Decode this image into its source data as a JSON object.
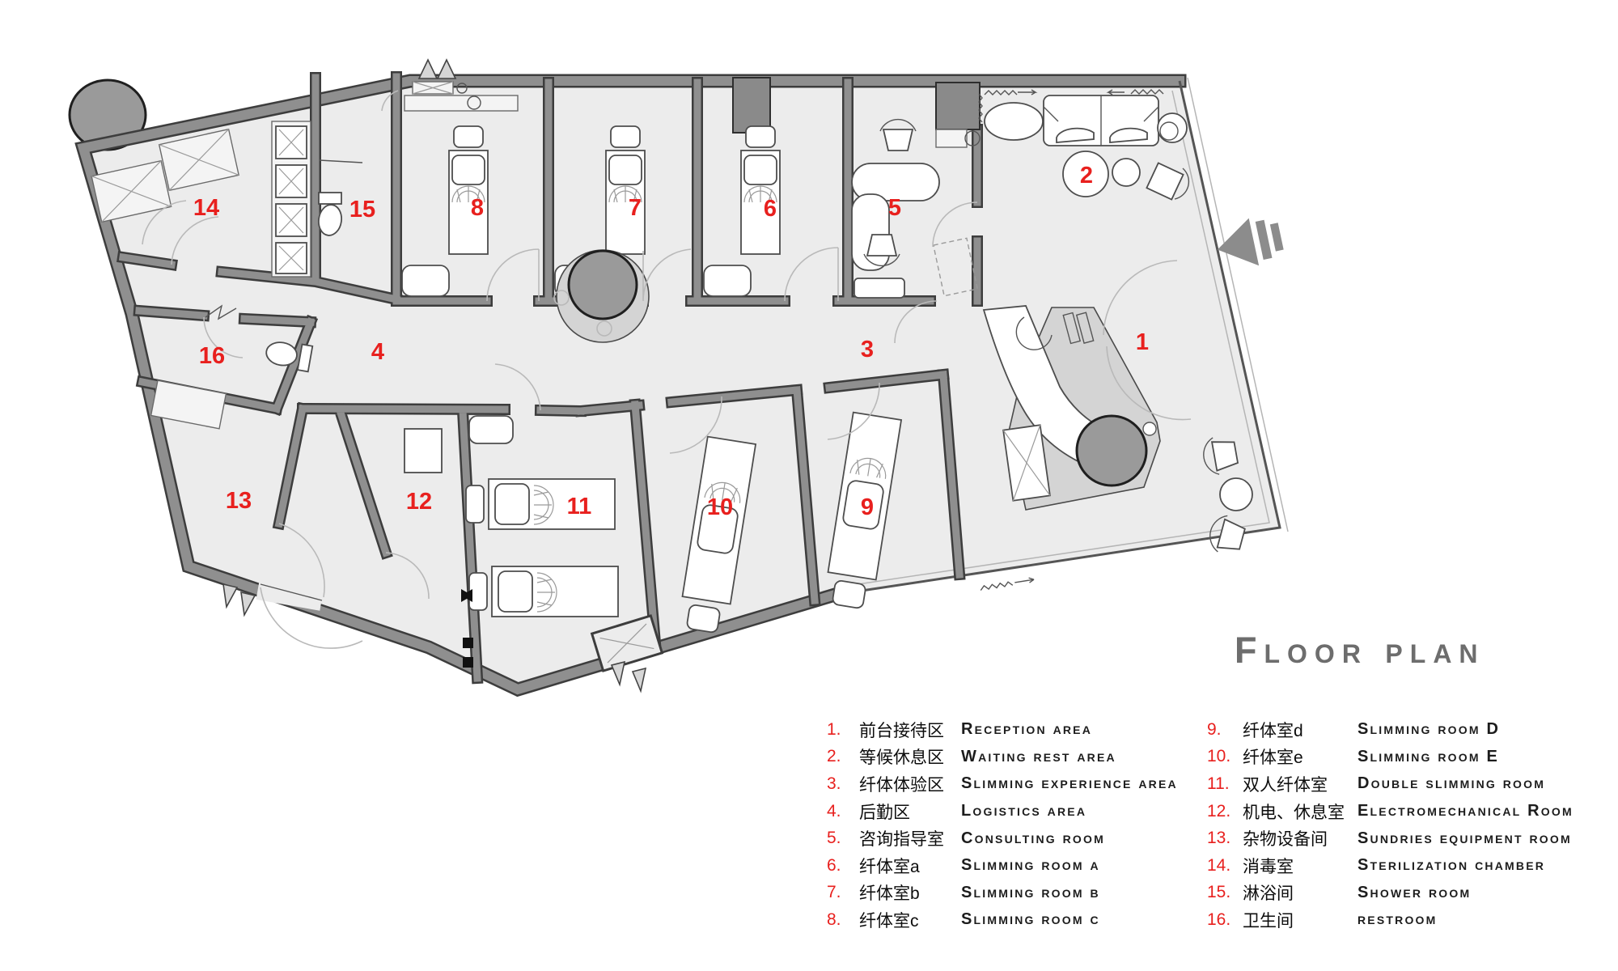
{
  "title": "Floor plan",
  "colors": {
    "accent_red": "#e8201e",
    "wall_gray": "#8f8f8f",
    "title_gray": "#6d6d6d"
  },
  "plan": {
    "room_labels": [
      "1",
      "2",
      "3",
      "4",
      "5",
      "6",
      "7",
      "8",
      "9",
      "10",
      "11",
      "12",
      "13",
      "14",
      "15",
      "16"
    ]
  },
  "legend": {
    "left": [
      {
        "num": "1.",
        "zh": "前台接待区",
        "en": "Reception area"
      },
      {
        "num": "2.",
        "zh": "等候休息区",
        "en": "Waiting rest area"
      },
      {
        "num": "3.",
        "zh": "纤体体验区",
        "en": "Slimming experience area"
      },
      {
        "num": "4.",
        "zh": "后勤区",
        "en": "Logistics area"
      },
      {
        "num": "5.",
        "zh": "咨询指导室",
        "en": "Consulting room"
      },
      {
        "num": "6.",
        "zh": "纤体室a",
        "en": "Slimming room a"
      },
      {
        "num": "7.",
        "zh": "纤体室b",
        "en": "Slimming room b"
      },
      {
        "num": "8.",
        "zh": "纤体室c",
        "en": "Slimming room c"
      }
    ],
    "right": [
      {
        "num": "9.",
        "zh": "纤体室d",
        "en": "Slimming room D"
      },
      {
        "num": "10.",
        "zh": "纤体室e",
        "en": "Slimming room E"
      },
      {
        "num": "11.",
        "zh": "双人纤体室",
        "en": "Double slimming room"
      },
      {
        "num": "12.",
        "zh": "机电、休息室",
        "en": "Electromechanical Room"
      },
      {
        "num": "13.",
        "zh": "杂物设备间",
        "en": "Sundries equipment room"
      },
      {
        "num": "14.",
        "zh": "消毒室",
        "en": "Sterilization chamber"
      },
      {
        "num": "15.",
        "zh": "淋浴间",
        "en": "Shower room"
      },
      {
        "num": "16.",
        "zh": "卫生间",
        "en": "restroom"
      }
    ]
  }
}
